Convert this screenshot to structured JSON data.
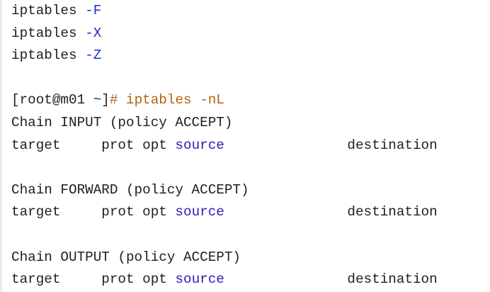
{
  "code": {
    "lines": [
      {
        "plain": "iptables ",
        "flag": "-F"
      },
      {
        "plain": "iptables ",
        "flag": "-X"
      },
      {
        "plain": "iptables ",
        "flag": "-Z"
      },
      {
        "plain": ""
      },
      {
        "prompt": "[root@m01 ~]",
        "command": "# iptables -nL"
      },
      {
        "plain": "Chain INPUT (policy ACCEPT)"
      },
      {
        "plain": "target     prot opt ",
        "keyword": "source",
        "rest": "               destination"
      },
      {
        "plain": ""
      },
      {
        "plain": "Chain FORWARD (policy ACCEPT)"
      },
      {
        "plain": "target     prot opt ",
        "keyword": "source",
        "rest": "               destination"
      },
      {
        "plain": ""
      },
      {
        "plain": "Chain OUTPUT (policy ACCEPT)"
      },
      {
        "plain": "target     prot opt ",
        "keyword": "source",
        "rest": "               destination"
      }
    ]
  },
  "colors": {
    "flag": "#1a2fd0",
    "command": "#b3620d",
    "keyword": "#3a14b5",
    "text": "#1f1f1f"
  }
}
